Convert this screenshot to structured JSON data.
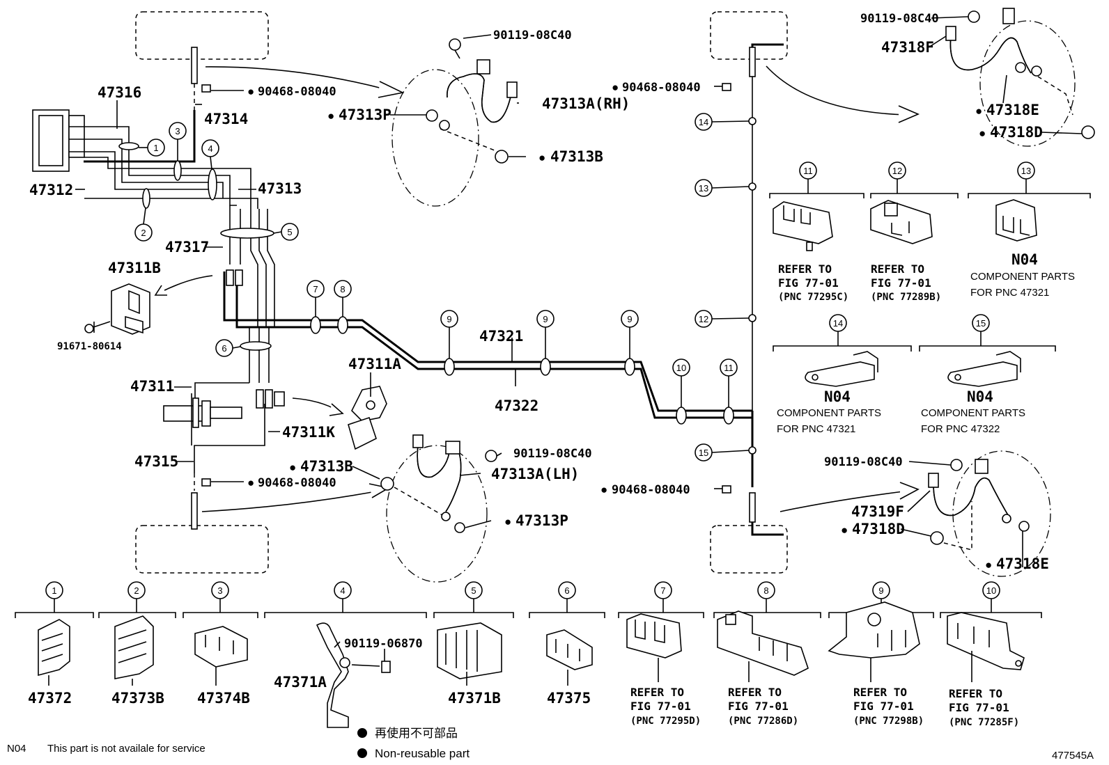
{
  "labels": {
    "p47316": "47316",
    "p47314": "47314",
    "p47312": "47312",
    "p47313": "47313",
    "p47317": "47317",
    "p47311B": "47311B",
    "p91671": "91671-80614",
    "p47311": "47311",
    "p47311A": "47311A",
    "p47311K": "47311K",
    "p47315": "47315",
    "p47321": "47321",
    "p47322": "47322",
    "plug_tl": "90468-08040",
    "plug_bl": "90468-08040",
    "plug_tr": "90468-08040",
    "plug_br": "90468-08040",
    "bolt_rh": "90119-08C40",
    "hose_rh": "47313A(RH)",
    "clip_rh": "47313P",
    "bolt_b_rh": "47313B",
    "bolt_lh": "90119-08C40",
    "hose_lh": "47313A(LH)",
    "bolt_b_lh": "47313B",
    "clip_lh": "47313P",
    "bolt_rr_top": "90119-08C40",
    "hose_47318F": "47318F",
    "clip_47318E_top": "47318E",
    "bolt_47318D_top": "47318D",
    "bolt_rr_bot": "90119-08C40",
    "hose_47319F": "47319F",
    "bolt_47318D_bot": "47318D",
    "clip_47318E_bot": "47318E",
    "p90119_06870": "90119-06870",
    "p47371A": "47371A"
  },
  "callouts": {
    "c1": "1",
    "c2": "2",
    "c3": "3",
    "c4": "4",
    "c5": "5",
    "c6": "6",
    "c7": "7",
    "c8": "8",
    "c9a": "9",
    "c9b": "9",
    "c9c": "9",
    "c10": "10",
    "c11": "11",
    "c12": "12",
    "c13": "13",
    "c14": "14",
    "c15": "15"
  },
  "right_clips": {
    "c11": {
      "num": "11",
      "ref1": "REFER TO",
      "ref2": "FIG 77-01",
      "pnc": "(PNC 77295C)"
    },
    "c12": {
      "num": "12",
      "ref1": "REFER TO",
      "ref2": "FIG 77-01",
      "pnc": "(PNC 77289B)"
    },
    "c13": {
      "num": "13",
      "code": "N04",
      "line1": "COMPONENT PARTS",
      "line2": "FOR PNC 47321"
    },
    "c14": {
      "num": "14",
      "code": "N04",
      "line1": "COMPONENT PARTS",
      "line2": "FOR PNC 47321"
    },
    "c15": {
      "num": "15",
      "code": "N04",
      "line1": "COMPONENT PARTS",
      "line2": "FOR PNC 47322"
    }
  },
  "bottom_clips": [
    {
      "num": "1",
      "part": "47372"
    },
    {
      "num": "2",
      "part": "47373B"
    },
    {
      "num": "3",
      "part": "47374B"
    },
    {
      "num": "4",
      "part": ""
    },
    {
      "num": "5",
      "part": "47371B"
    },
    {
      "num": "6",
      "part": "47375"
    },
    {
      "num": "7",
      "ref1": "REFER TO",
      "ref2": "FIG 77-01",
      "pnc": "(PNC 77295D)"
    },
    {
      "num": "8",
      "ref1": "REFER TO",
      "ref2": "FIG 77-01",
      "pnc": "(PNC 77286D)"
    },
    {
      "num": "9",
      "ref1": "REFER TO",
      "ref2": "FIG 77-01",
      "pnc": "(PNC 77298B)"
    },
    {
      "num": "10",
      "ref1": "REFER TO",
      "ref2": "FIG 77-01",
      "pnc": "(PNC 77285F)"
    }
  ],
  "legend": {
    "jp": "再使用不可部品",
    "en": "Non-reusable part"
  },
  "footer": {
    "code": "N04",
    "note": "This part is not availale for service",
    "figure_id": "477545A"
  }
}
